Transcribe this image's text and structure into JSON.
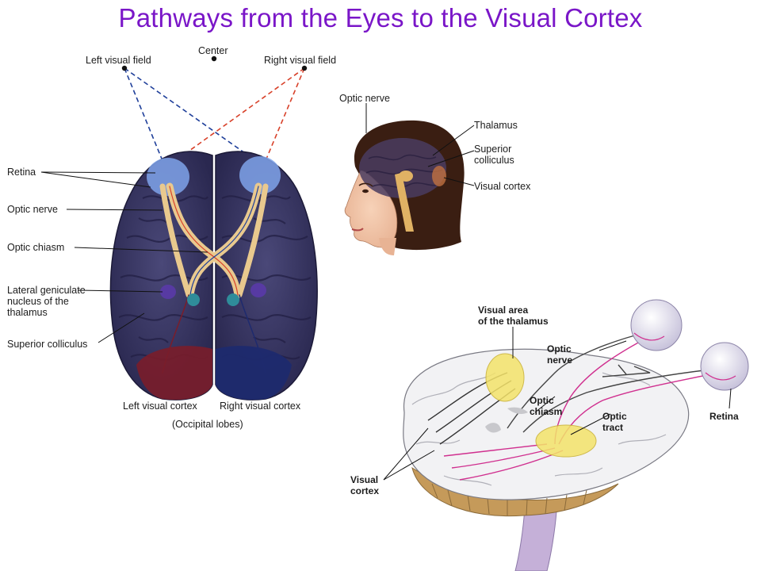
{
  "title": "Pathways from the Eyes to the Visual Cortex",
  "top_view": {
    "left_visual_field": "Left visual field",
    "center": "Center",
    "right_visual_field": "Right visual field",
    "retina": "Retina",
    "optic_nerve": "Optic nerve",
    "optic_chiasm": "Optic chiasm",
    "lgn": [
      "Lateral geniculate",
      "nucleus of the",
      "thalamus"
    ],
    "superior_colliculus": "Superior colliculus",
    "left_visual_cortex": "Left visual cortex",
    "right_visual_cortex": "Right visual cortex",
    "occipital_lobes": "(Occipital lobes)"
  },
  "side_view": {
    "optic_nerve": "Optic nerve",
    "thalamus": "Thalamus",
    "superior_colliculus": [
      "Superior",
      "colliculus"
    ],
    "visual_cortex": "Visual cortex"
  },
  "section_view": {
    "visual_area_thalamus": [
      "Visual area",
      "of the thalamus"
    ],
    "optic_nerve": [
      "Optic",
      "nerve"
    ],
    "optic_chiasm": [
      "Optic",
      "chiasm"
    ],
    "optic_tract": [
      "Optic",
      "tract"
    ],
    "retina": "Retina",
    "visual_cortex": [
      "Visual",
      "cortex"
    ]
  },
  "colors": {
    "title": "#7a16c8",
    "brain_dark": "#35335e",
    "nerve": "#e9c98e",
    "left_field": "#1f3f9a",
    "right_field": "#d8412a",
    "left_cortex": "#7a1d2a",
    "right_cortex": "#1e2a6e",
    "pathway_magenta": "#d0308f"
  }
}
